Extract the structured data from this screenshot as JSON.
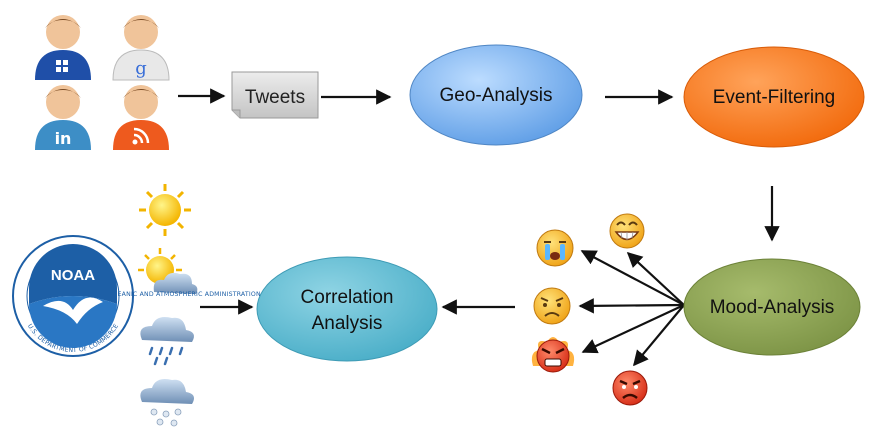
{
  "nodes": {
    "tweets": "Tweets",
    "geo_analysis": "Geo-Analysis",
    "event_filtering": "Event-Filtering",
    "mood_analysis": "Mood-Analysis",
    "correlation_line1": "Correlation",
    "correlation_line2": "Analysis"
  },
  "logos": {
    "noaa_text": "NOAA",
    "noaa_ring_top": "NATIONAL OCEANIC AND ATMOSPHERIC ADMINISTRATION",
    "noaa_ring_bottom": "U.S. DEPARTMENT OF COMMERCE"
  },
  "social_icons": [
    "windows-live-icon",
    "google-icon",
    "linkedin-icon",
    "rss-icon"
  ],
  "weather_icons": [
    "sun-icon",
    "partly-cloudy-icon",
    "rain-cloud-icon",
    "snow-cloud-icon"
  ],
  "mood_icons": [
    "crying-face-icon",
    "grinning-face-icon",
    "worried-face-icon",
    "angry-face-icon",
    "frowning-face-icon"
  ],
  "colors": {
    "geo": "#6fa8e6",
    "event": "#f77a1a",
    "mood": "#8ba152",
    "correlation": "#5bb9cf",
    "tweets_box": "#d7d7d7",
    "noaa_blue": "#1d5fa6"
  }
}
